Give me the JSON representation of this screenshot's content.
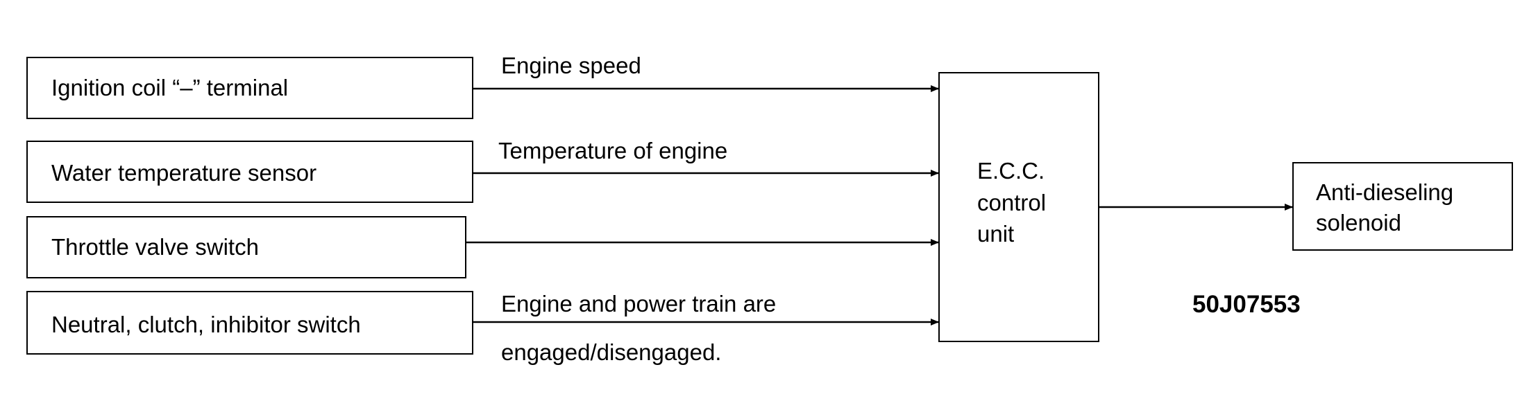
{
  "inputs": [
    {
      "label": "Ignition coil “–” terminal",
      "signal": "Engine speed"
    },
    {
      "label": "Water temperature sensor",
      "signal": "Temperature of engine"
    },
    {
      "label": "Throttle valve switch",
      "signal": ""
    },
    {
      "label": "Neutral, clutch, inhibitor switch",
      "signal_line1": "Engine and power train are",
      "signal_line2": "engaged/disengaged."
    }
  ],
  "control_unit": {
    "line1": "E.C.C.",
    "line2": "control",
    "line3": "unit"
  },
  "output": {
    "line1": "Anti-dieseling",
    "line2": "solenoid"
  },
  "figure_code": "50J07553"
}
